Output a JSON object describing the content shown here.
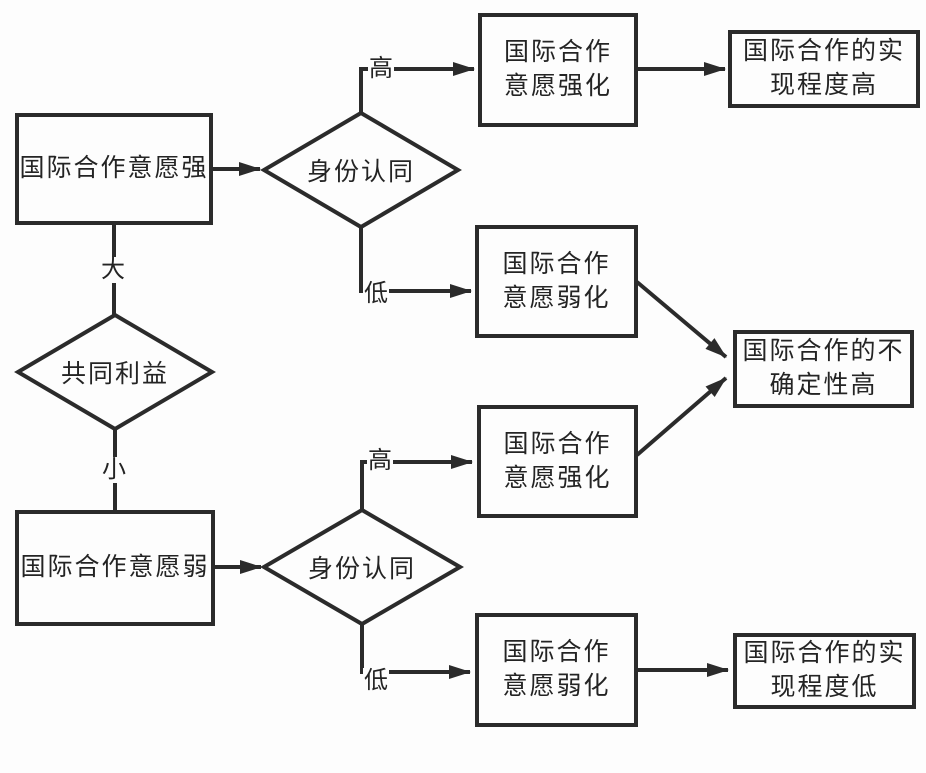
{
  "diagram": {
    "title": "international-cooperation-flowchart",
    "colors": {
      "line": "#2b2b2b",
      "background": "#fdfdfd",
      "text": "#242424"
    },
    "nodes": {
      "will_strong": {
        "label": "国际合作意愿强"
      },
      "identity_top": {
        "label": "身份认同"
      },
      "strengthen_top": {
        "line1": "国际合作",
        "line2": "意愿强化"
      },
      "realization_high": {
        "line1": "国际合作的实",
        "line2": "现程度高"
      },
      "weaken_mid": {
        "line1": "国际合作",
        "line2": "意愿弱化"
      },
      "uncertainty_high": {
        "line1": "国际合作的不",
        "line2": "确定性高"
      },
      "common_interest": {
        "label": "共同利益"
      },
      "will_weak": {
        "label": "国际合作意愿弱"
      },
      "identity_bottom": {
        "label": "身份认同"
      },
      "strengthen_bottom": {
        "line1": "国际合作",
        "line2": "意愿强化"
      },
      "weaken_bottom": {
        "line1": "国际合作",
        "line2": "意愿弱化"
      },
      "realization_low": {
        "line1": "国际合作的实",
        "line2": "现程度低"
      }
    },
    "edge_labels": {
      "high_top": "高",
      "low_top": "低",
      "big": "大",
      "small": "小",
      "high_bottom": "高",
      "low_bottom": "低"
    }
  }
}
